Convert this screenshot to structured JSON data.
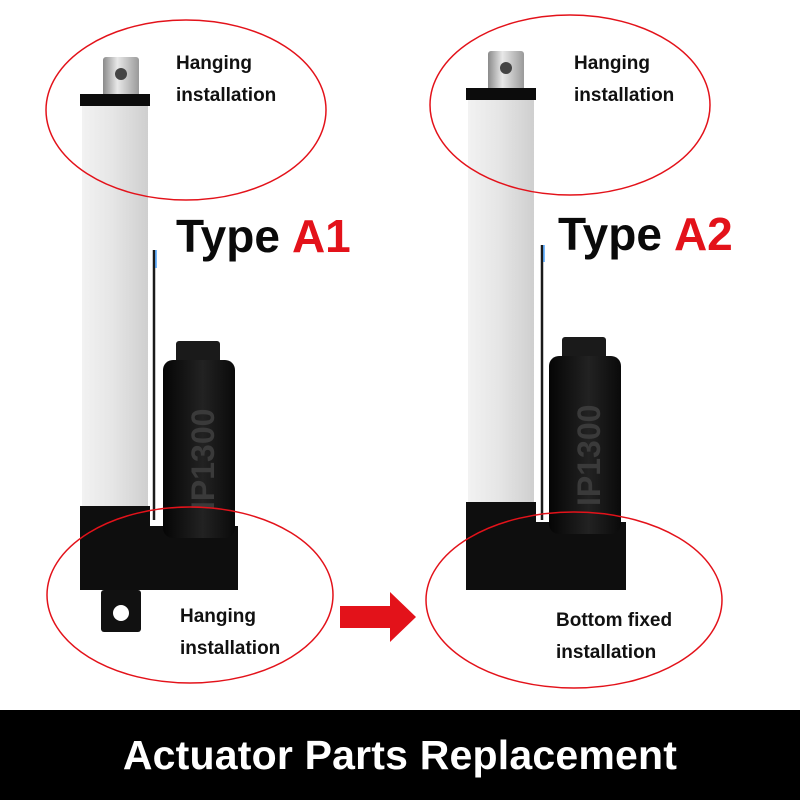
{
  "colors": {
    "accent_red": "#e3121a",
    "body_gray": "#e3e3e3",
    "motor_black": "#111111",
    "footer_bg": "#000000",
    "footer_text": "#ffffff"
  },
  "type_a1": {
    "label_prefix": "Type",
    "label_code": "A1",
    "top_note": {
      "line1": "Hanging",
      "line2": "installation"
    },
    "bottom_note": {
      "line1": "Hanging",
      "line2": "installation"
    },
    "motor_text": "IP1300"
  },
  "type_a2": {
    "label_prefix": "Type",
    "label_code": "A2",
    "top_note": {
      "line1": "Hanging",
      "line2": "installation"
    },
    "bottom_note": {
      "line1": "Bottom fixed",
      "line2": "installation"
    },
    "motor_text": "IP1300"
  },
  "arrow_icon": "right-arrow-icon",
  "footer": {
    "title": "Actuator Parts Replacement"
  }
}
